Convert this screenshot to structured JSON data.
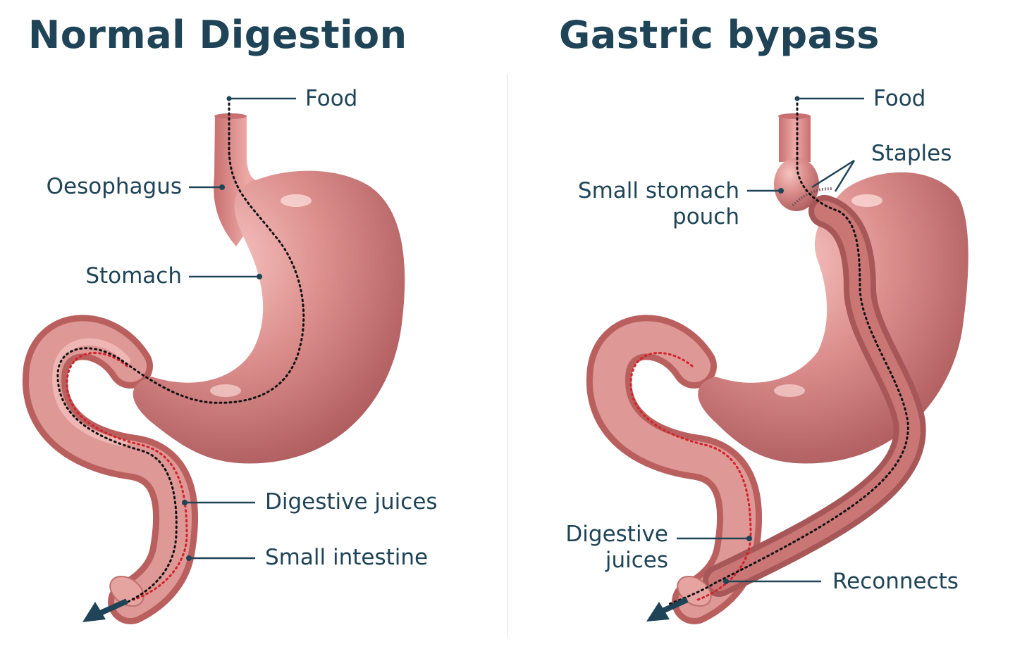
{
  "left_panel": {
    "title": "Normal Digestion",
    "labels": {
      "food": "Food",
      "oesophagus": "Oesophagus",
      "stomach": "Stomach",
      "digestive_juices": "Digestive juices",
      "small_intestine": "Small intestine"
    }
  },
  "right_panel": {
    "title": "Gastric bypass",
    "labels": {
      "food": "Food",
      "staples": "Staples",
      "small_stomach_pouch_line1": "Small stomach",
      "small_stomach_pouch_line2": "pouch",
      "digestive_juices_line1": "Digestive",
      "digestive_juices_line2": "juices",
      "reconnects": "Reconnects"
    }
  },
  "colors": {
    "text": "#1f4457",
    "tissue": "#d48483",
    "tissue_dark": "#a85558",
    "food_path": "#111111",
    "juice_path": "#d3222a",
    "arrow": "#1f4457"
  }
}
